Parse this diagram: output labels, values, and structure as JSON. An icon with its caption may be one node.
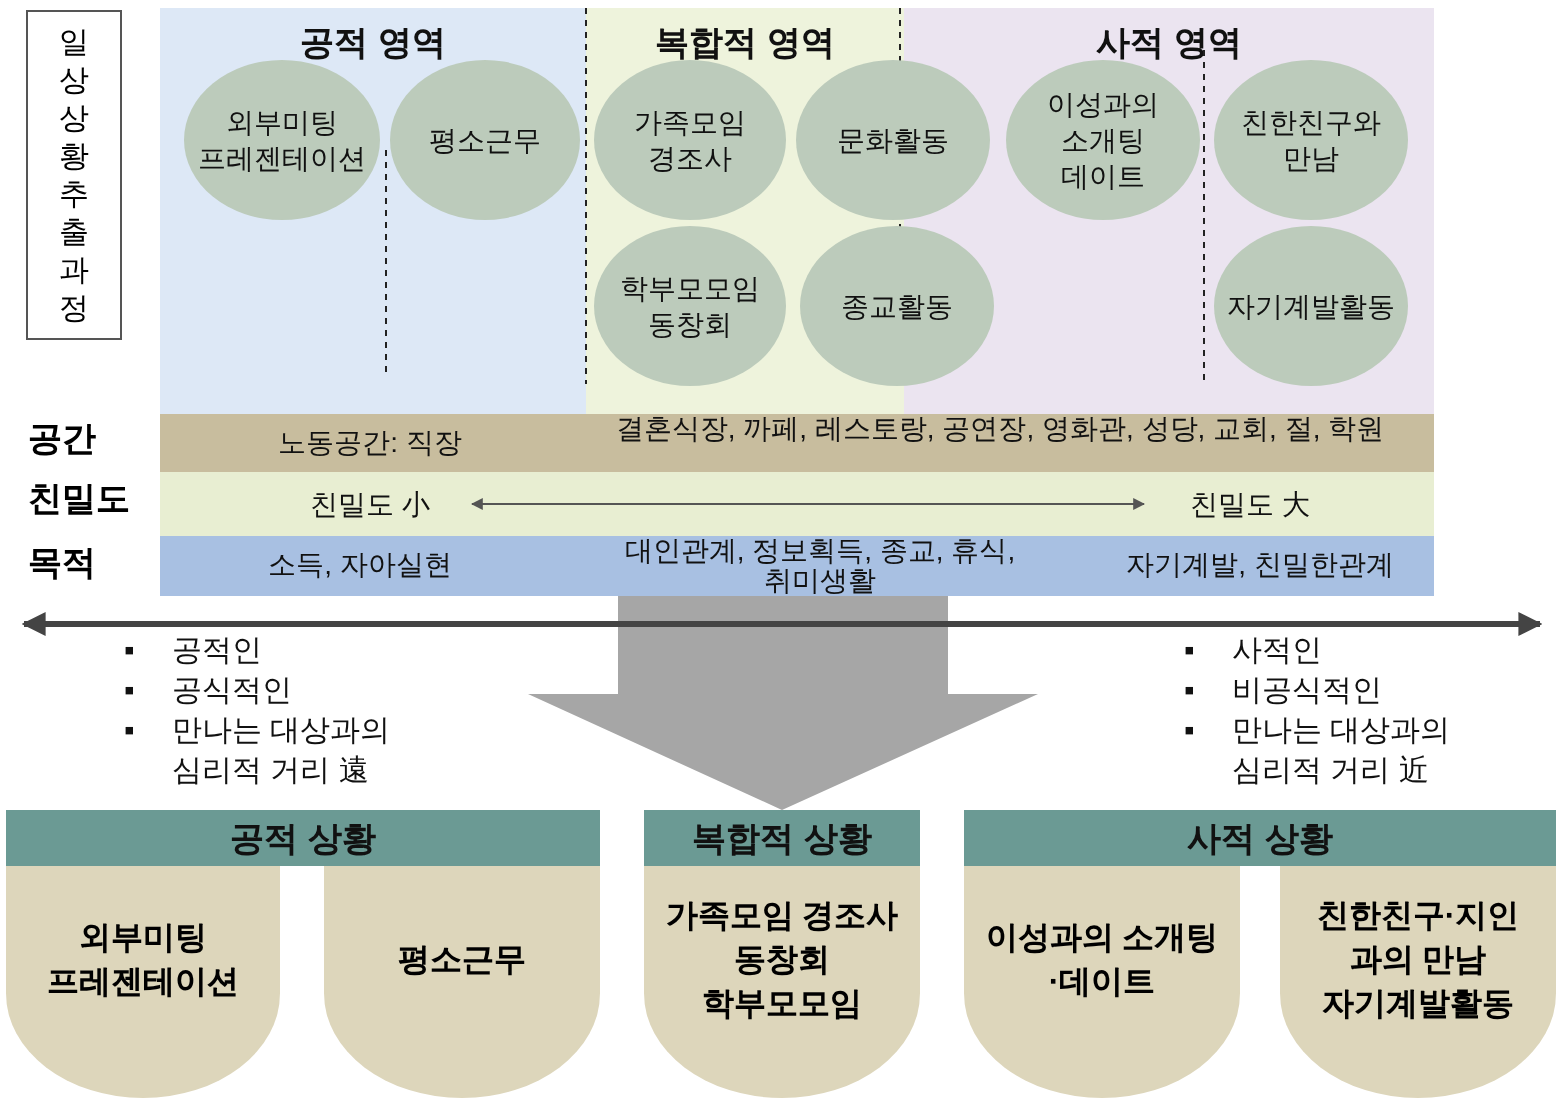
{
  "diagram": {
    "nodes": [
      {
        "text": [
          "일상상황추출과정"
        ]
      },
      {
        "text": [
          "공적 영역"
        ]
      },
      {
        "text": [
          "복합적 영역"
        ]
      },
      {
        "text": [
          "사적 영역"
        ]
      },
      {
        "text": [
          "외부미팅 프레젠테이션"
        ],
        "in": 1
      },
      {
        "text": [
          "평소근무"
        ],
        "in": 1
      },
      {
        "text": [
          "가족모임 경조사"
        ],
        "in": 2
      },
      {
        "text": [
          "문화활동"
        ]
      },
      {
        "text": [
          "학부모모임 동창회"
        ],
        "in": 2
      },
      {
        "text": [
          "종교활동"
        ]
      },
      {
        "text": [
          "이성과의 소개팅 데이트"
        ],
        "in": 3
      },
      {
        "text": [
          "친한친구와 만남"
        ],
        "in": 3
      },
      {
        "text": [
          "자기계발활동"
        ],
        "in": 3
      },
      {
        "text": [
          "노동공간: 직장",
          "결혼식장, 까페, 레스토랑, 공연장, 영화관, 성당, 교회, 절, 학원"
        ]
      },
      {
        "text": [
          "친밀도 小",
          "친밀도 大"
        ]
      },
      {
        "text": [
          "소득, 자아실현",
          "대인관계, 정보획득, 종교, 휴식, 취미생활",
          "자기계발, 친밀한관계"
        ]
      },
      {
        "text": [
          "공적 상황"
        ]
      },
      {
        "text": [
          "복합적 상황"
        ]
      },
      {
        "text": [
          "사적 상황"
        ]
      },
      {
        "text": [
          "외부미팅 프레젠테이션"
        ]
      },
      {
        "text": [
          "평소근무"
        ]
      },
      {
        "text": [
          "가족모임 경조사 동창회 학부모모임"
        ]
      },
      {
        "text": [
          "이성과의 소개팅·데이트"
        ]
      },
      {
        "text": [
          "친한친구·지인 과의 만남 자기계발활동"
        ]
      }
    ],
    "edges": [
      {
        "from": 15,
        "to": 17,
        "arrow": "to",
        "style": "thick",
        "color": "#a6a6a6"
      }
    ],
    "labels": [
      "공간",
      "친밀도",
      "목적",
      "▪",
      "공적인",
      "▪",
      "공식적인",
      "▪",
      "만나는 대상과의 심리적 거리 遠",
      "▪",
      "사적인",
      "▪",
      "비공식적인",
      "▪",
      "만나는 대상과의 심리적 거리 近"
    ]
  }
}
